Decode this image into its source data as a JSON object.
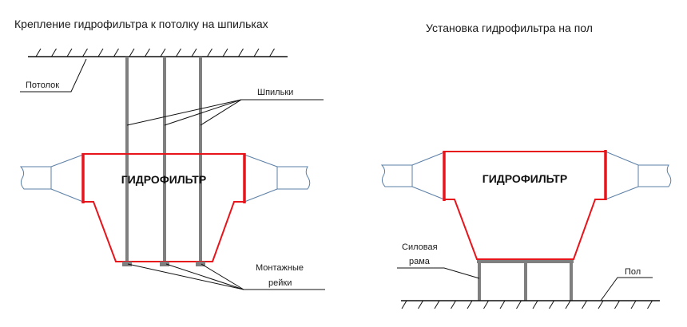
{
  "colors": {
    "filter_outline": "#e8141b",
    "duct": "#5b7fa6",
    "rod": "#7f7f7f",
    "line": "#111111"
  },
  "left_diagram": {
    "title": "Крепление гидрофильтра к потолку на шпильках",
    "box_label": "ГИДРОФИЛЬТР",
    "labels": {
      "ceiling": "Потолок",
      "studs": "Шпильки",
      "rails_line1": "Монтажные",
      "rails_line2": "рейки"
    },
    "stud_count": 3
  },
  "right_diagram": {
    "title": "Установка гидрофильтра на пол",
    "box_label": "ГИДРОФИЛЬТР",
    "labels": {
      "frame_line1": "Силовая",
      "frame_line2": "рама",
      "floor": "Пол"
    },
    "frame_leg_count": 3
  }
}
